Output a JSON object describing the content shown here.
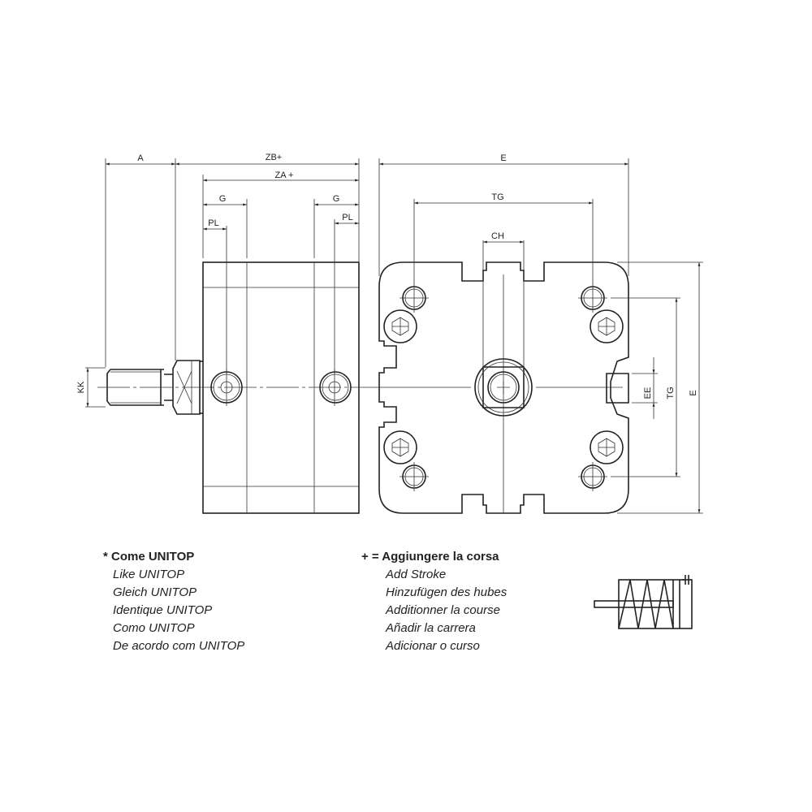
{
  "dimensions": {
    "side_view": {
      "A": "A",
      "ZB": "ZB+",
      "ZA": "ZA +",
      "G_left": "G",
      "G_right": "G",
      "PL_left": "PL",
      "PL_right": "PL",
      "KK": "KK"
    },
    "front_view": {
      "E_top": "E",
      "TG_top": "TG",
      "CH": "CH",
      "EE": "EE",
      "TG_side": "TG",
      "E_side": "E"
    }
  },
  "legend_unitop": {
    "title": "* Come UNITOP",
    "lines": [
      "Like UNITOP",
      "Gleich UNITOP",
      "Identique UNITOP",
      "Como UNITOP",
      "De acordo com UNITOP"
    ]
  },
  "legend_stroke": {
    "title": "+ = Aggiungere la corsa",
    "lines": [
      "Add Stroke",
      "Hinzufügen des hubes",
      "Additionner la course",
      "Añadir la carrera",
      "Adicionar o curso"
    ]
  }
}
